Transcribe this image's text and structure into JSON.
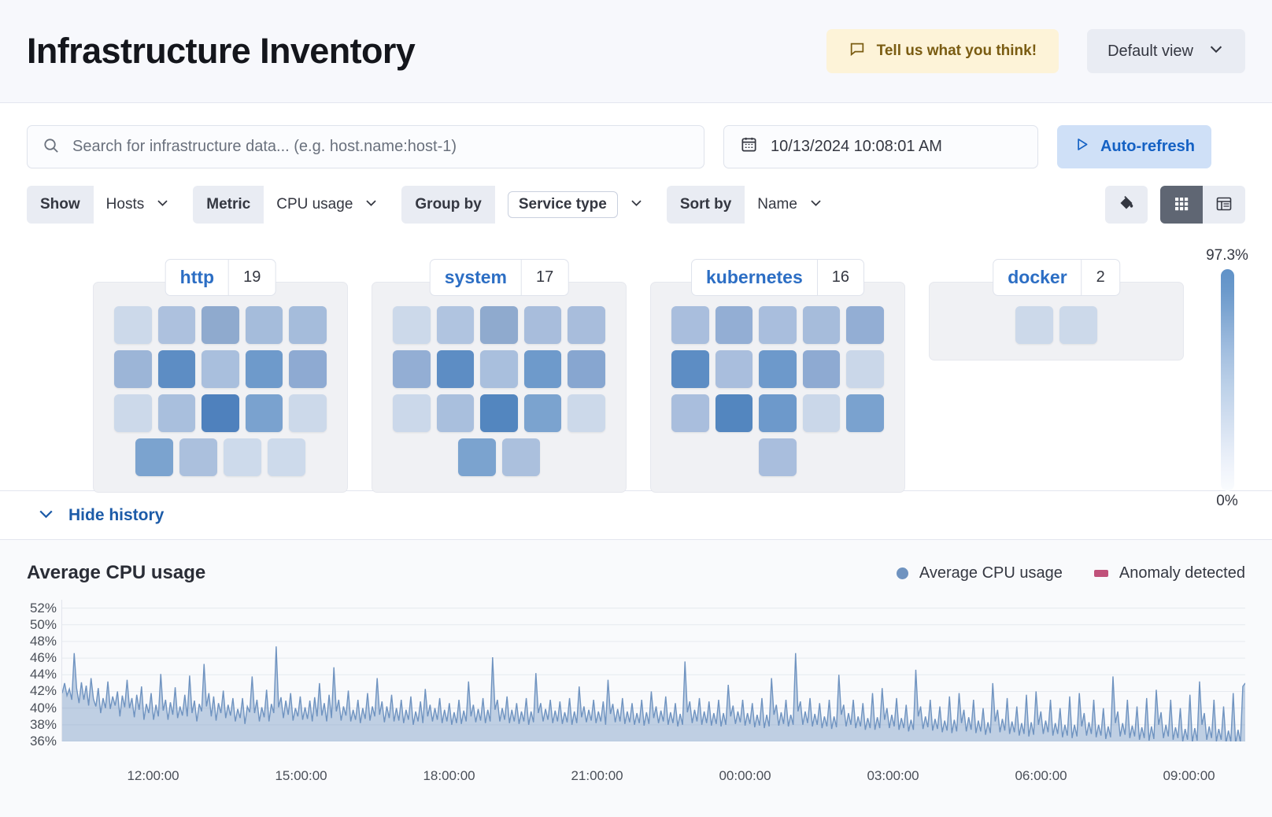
{
  "header": {
    "title": "Infrastructure Inventory",
    "feedback_label": "Tell us what you think!",
    "feedback_icon": "comment-icon",
    "view_label": "Default view",
    "view_icon": "chevron-down-icon"
  },
  "search": {
    "placeholder": "Search for infrastructure data... (e.g. host.name:host-1)",
    "value": "",
    "icon": "search-icon"
  },
  "datepicker": {
    "value": "10/13/2024 10:08:01 AM",
    "icon": "calendar-icon"
  },
  "autorefresh": {
    "label": "Auto-refresh",
    "icon": "play-icon"
  },
  "filters": [
    {
      "label": "Show",
      "value": "Hosts",
      "icon": "chevron-down-icon",
      "boxed": false
    },
    {
      "label": "Metric",
      "value": "CPU usage",
      "icon": "chevron-down-icon",
      "boxed": false
    },
    {
      "label": "Group by",
      "value": "Service type",
      "icon": "chevron-down-icon",
      "boxed": true
    },
    {
      "label": "Sort by",
      "value": "Name",
      "icon": "chevron-down-icon",
      "boxed": false
    }
  ],
  "view_controls": {
    "palette_icon": "color-fill-icon",
    "map_view_icon": "grid-view-icon",
    "table_view_icon": "table-view-icon",
    "active_view": "grid-view-icon"
  },
  "legend_scale": {
    "max_label": "97.3%",
    "min_label": "0%",
    "color_high": "#6092c8",
    "color_low": "#fafcfe"
  },
  "heatmap": {
    "groups": [
      {
        "name": "http",
        "count": "19",
        "columns": 5,
        "tiles": [
          "#ccd9ea",
          "#adc1de",
          "#8faace",
          "#a5bcdb",
          "#a5bcdb",
          "#9cb5d7",
          "#5d8dc4",
          "#a9bfdd",
          "#6e9acb",
          "#8eaad2",
          "#ccd9ea",
          "#a9bfdd",
          "#4f81bd",
          "#7aa2cf",
          "#ccd9ea",
          "#7ba3cf",
          "#abc0dd",
          "#cddaeb",
          "#cddaeb"
        ]
      },
      {
        "name": "system",
        "count": "17",
        "columns": 5,
        "tiles": [
          "#ccd9ea",
          "#b0c4e0",
          "#8faace",
          "#a8bddc",
          "#a8bddc",
          "#93aed4",
          "#5d8dc4",
          "#a9bfdd",
          "#6e9acb",
          "#87a6d0",
          "#cbd8ea",
          "#a9bfdd",
          "#5386bf",
          "#7ba3cf",
          "#ccd9ea",
          "#7ba3cf",
          "#abc0dd"
        ]
      },
      {
        "name": "kubernetes",
        "count": "16",
        "columns": 5,
        "tiles": [
          "#a9bedd",
          "#93aed4",
          "#a9bedd",
          "#a6bcdb",
          "#93aed4",
          "#5d8dc4",
          "#a9bedd",
          "#6d99cb",
          "#8eaad2",
          "#cad7e9",
          "#a9bedd",
          "#5386bf",
          "#6d99cb",
          "#cad7e9",
          "#7aa2cf",
          "#a9bedd"
        ]
      },
      {
        "name": "docker",
        "count": "2",
        "columns": 5,
        "tiles": [
          "#ccd9ea",
          "#ccd9ea"
        ]
      }
    ]
  },
  "history": {
    "toggle_label": "Hide history",
    "toggle_icon": "chevron-down-icon"
  },
  "chart_data": {
    "type": "area",
    "title": "Average CPU usage",
    "xlabel": "",
    "ylabel": "",
    "ylim": [
      36,
      53
    ],
    "grid": true,
    "legend_position": "top-right",
    "legend": [
      {
        "name": "Average CPU usage",
        "color": "#6f93c0",
        "marker": "dot"
      },
      {
        "name": "Anomaly detected",
        "color": "#c0517a",
        "marker": "square"
      }
    ],
    "ytick_labels": [
      "52%",
      "50%",
      "48%",
      "46%",
      "44%",
      "42%",
      "40%",
      "38%",
      "36%"
    ],
    "ytick_values": [
      52,
      50,
      48,
      46,
      44,
      42,
      40,
      38,
      36
    ],
    "xtick_labels": [
      "12:00:00",
      "15:00:00",
      "18:00:00",
      "21:00:00",
      "00:00:00",
      "03:00:00",
      "06:00:00",
      "09:00:00"
    ],
    "series": [
      {
        "name": "Average CPU usage",
        "color": "#6f93c0",
        "values": [
          41.8,
          43.0,
          41.5,
          42.3,
          41.0,
          46.6,
          42.4,
          40.6,
          43.1,
          41.0,
          42.7,
          40.3,
          43.6,
          41.1,
          40.2,
          42.4,
          39.4,
          41.2,
          40.0,
          43.2,
          39.9,
          41.4,
          40.3,
          42.0,
          39.0,
          41.5,
          40.1,
          43.4,
          40.0,
          41.2,
          38.9,
          41.6,
          39.8,
          42.6,
          38.6,
          40.5,
          39.4,
          41.8,
          38.6,
          40.4,
          39.0,
          44.1,
          39.7,
          41.0,
          38.6,
          40.7,
          39.2,
          42.5,
          38.8,
          40.2,
          39.1,
          41.6,
          39.0,
          43.9,
          39.4,
          40.9,
          38.4,
          40.5,
          39.6,
          45.3,
          40.2,
          41.8,
          39.0,
          41.4,
          38.5,
          40.6,
          39.4,
          42.1,
          38.8,
          40.4,
          39.1,
          41.2,
          38.4,
          39.9,
          38.8,
          41.2,
          38.1,
          40.2,
          39.5,
          43.8,
          39.4,
          41.0,
          38.4,
          40.1,
          38.9,
          42.2,
          38.4,
          40.5,
          39.4,
          47.4,
          40.1,
          41.3,
          38.8,
          40.9,
          39.2,
          41.8,
          38.5,
          40.0,
          39.0,
          41.4,
          38.6,
          40.1,
          38.7,
          40.9,
          38.4,
          41.3,
          39.0,
          43.0,
          39.1,
          40.6,
          38.4,
          41.6,
          38.8,
          44.9,
          39.6,
          41.0,
          38.5,
          40.2,
          39.1,
          42.1,
          38.4,
          39.8,
          38.6,
          41.0,
          38.2,
          40.0,
          38.7,
          41.8,
          38.5,
          40.2,
          39.0,
          43.6,
          39.2,
          40.8,
          38.3,
          40.2,
          38.8,
          41.6,
          38.4,
          40.0,
          38.5,
          41.0,
          38.2,
          39.8,
          38.6,
          41.4,
          38.0,
          39.6,
          38.4,
          40.8,
          38.2,
          42.3,
          39.0,
          40.4,
          38.4,
          40.0,
          38.6,
          41.2,
          38.2,
          39.8,
          38.4,
          40.6,
          38.0,
          39.5,
          38.2,
          41.0,
          38.1,
          39.7,
          38.4,
          43.2,
          39.0,
          40.4,
          38.3,
          39.9,
          38.5,
          41.2,
          38.2,
          39.8,
          38.4,
          46.1,
          39.8,
          41.0,
          38.4,
          40.0,
          38.6,
          41.4,
          38.2,
          39.8,
          38.4,
          40.6,
          38.1,
          39.6,
          38.4,
          41.2,
          38.0,
          39.6,
          38.3,
          44.2,
          39.4,
          40.6,
          38.4,
          39.9,
          38.6,
          41.0,
          38.2,
          39.7,
          38.4,
          40.8,
          38.1,
          39.5,
          38.3,
          41.2,
          38.0,
          39.6,
          38.2,
          42.6,
          38.9,
          40.2,
          38.3,
          39.8,
          38.5,
          41.0,
          38.2,
          39.6,
          38.4,
          40.8,
          38.0,
          43.4,
          39.3,
          40.5,
          38.3,
          39.9,
          38.4,
          41.2,
          38.1,
          39.6,
          38.3,
          40.6,
          38.0,
          39.4,
          38.2,
          41.0,
          37.9,
          39.5,
          38.1,
          42.0,
          38.8,
          40.2,
          38.2,
          39.7,
          38.4,
          41.4,
          38.0,
          39.5,
          38.2,
          40.6,
          37.8,
          39.3,
          38.0,
          45.6,
          39.5,
          40.8,
          38.2,
          39.8,
          38.4,
          41.2,
          38.0,
          39.6,
          38.2,
          40.8,
          37.9,
          39.4,
          38.1,
          41.0,
          37.8,
          39.4,
          38.0,
          42.8,
          39.0,
          40.3,
          38.1,
          39.6,
          38.3,
          41.0,
          37.9,
          39.4,
          38.1,
          40.6,
          37.7,
          39.2,
          37.9,
          41.2,
          37.6,
          39.2,
          37.8,
          43.6,
          39.2,
          40.4,
          37.9,
          39.5,
          38.1,
          41.0,
          37.8,
          39.2,
          38.0,
          46.6,
          39.6,
          40.8,
          38.0,
          39.6,
          38.2,
          41.2,
          37.8,
          39.3,
          38.0,
          40.6,
          37.6,
          39.0,
          37.8,
          41.0,
          37.5,
          39.0,
          37.7,
          44.0,
          39.2,
          40.4,
          37.8,
          39.4,
          38.0,
          41.0,
          37.6,
          39.0,
          37.8,
          40.6,
          37.4,
          38.8,
          37.6,
          41.8,
          37.4,
          38.9,
          37.6,
          42.4,
          38.6,
          40.0,
          37.6,
          39.2,
          37.8,
          41.2,
          37.4,
          38.8,
          37.6,
          40.4,
          37.2,
          38.6,
          37.4,
          44.6,
          39.0,
          40.2,
          37.5,
          39.0,
          37.7,
          41.0,
          37.3,
          38.7,
          37.5,
          40.2,
          37.1,
          38.5,
          37.3,
          41.4,
          37.0,
          38.6,
          37.2,
          41.8,
          38.2,
          39.8,
          37.2,
          38.9,
          37.4,
          41.0,
          37.0,
          38.5,
          37.2,
          40.0,
          36.8,
          38.3,
          37.0,
          43.0,
          38.4,
          39.8,
          37.1,
          38.7,
          37.3,
          41.2,
          36.9,
          38.4,
          37.1,
          40.2,
          36.7,
          38.2,
          36.9,
          41.6,
          36.6,
          38.3,
          36.8,
          42.0,
          38.0,
          39.6,
          36.9,
          38.5,
          37.1,
          41.0,
          36.7,
          38.2,
          36.9,
          40.0,
          36.5,
          38.0,
          36.7,
          41.4,
          36.4,
          38.0,
          36.6,
          41.8,
          37.8,
          39.4,
          36.7,
          38.3,
          36.9,
          41.0,
          36.5,
          38.0,
          36.7,
          40.0,
          36.3,
          37.8,
          36.5,
          43.8,
          38.2,
          39.6,
          36.6,
          38.2,
          36.8,
          41.0,
          36.4,
          37.9,
          36.6,
          40.2,
          36.2,
          37.7,
          36.4,
          41.2,
          36.1,
          37.8,
          36.3,
          42.2,
          38.0,
          39.5,
          36.4,
          38.0,
          36.6,
          41.0,
          36.2,
          37.7,
          36.4,
          40.0,
          36.0,
          37.5,
          36.2,
          41.6,
          35.9,
          37.6,
          36.1,
          43.2,
          38.0,
          39.4,
          36.2,
          37.8,
          36.4,
          41.0,
          36.0,
          37.5,
          36.2,
          40.2,
          35.8,
          37.3,
          36.0,
          41.8,
          35.7,
          37.4,
          35.9,
          42.6,
          43.0
        ]
      }
    ]
  }
}
